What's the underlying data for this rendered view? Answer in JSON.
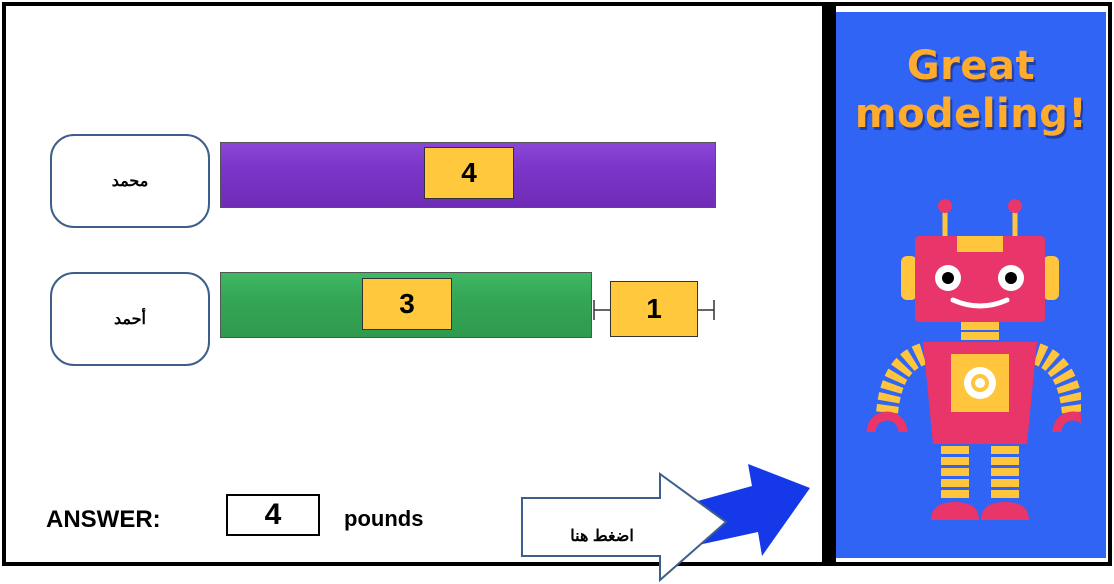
{
  "slide": {
    "side_panel": {
      "title_line1": "Great",
      "title_line2": "modeling!",
      "robot": "robot-illustration",
      "background_color": "#2f64f4",
      "title_color": "#ffab2e"
    },
    "rows": [
      {
        "name": "محمد",
        "bar_color": "#7b35c9",
        "value_label": "4"
      },
      {
        "name": "أحمد",
        "bar_color": "#35a656",
        "value_label": "3",
        "extra_value_label": "1"
      }
    ],
    "answer": {
      "label": "ANSWER:",
      "value": "4",
      "unit": "pounds"
    },
    "click_here": {
      "label": "اضغط هنا",
      "arrow_color": "#1538e8"
    }
  }
}
